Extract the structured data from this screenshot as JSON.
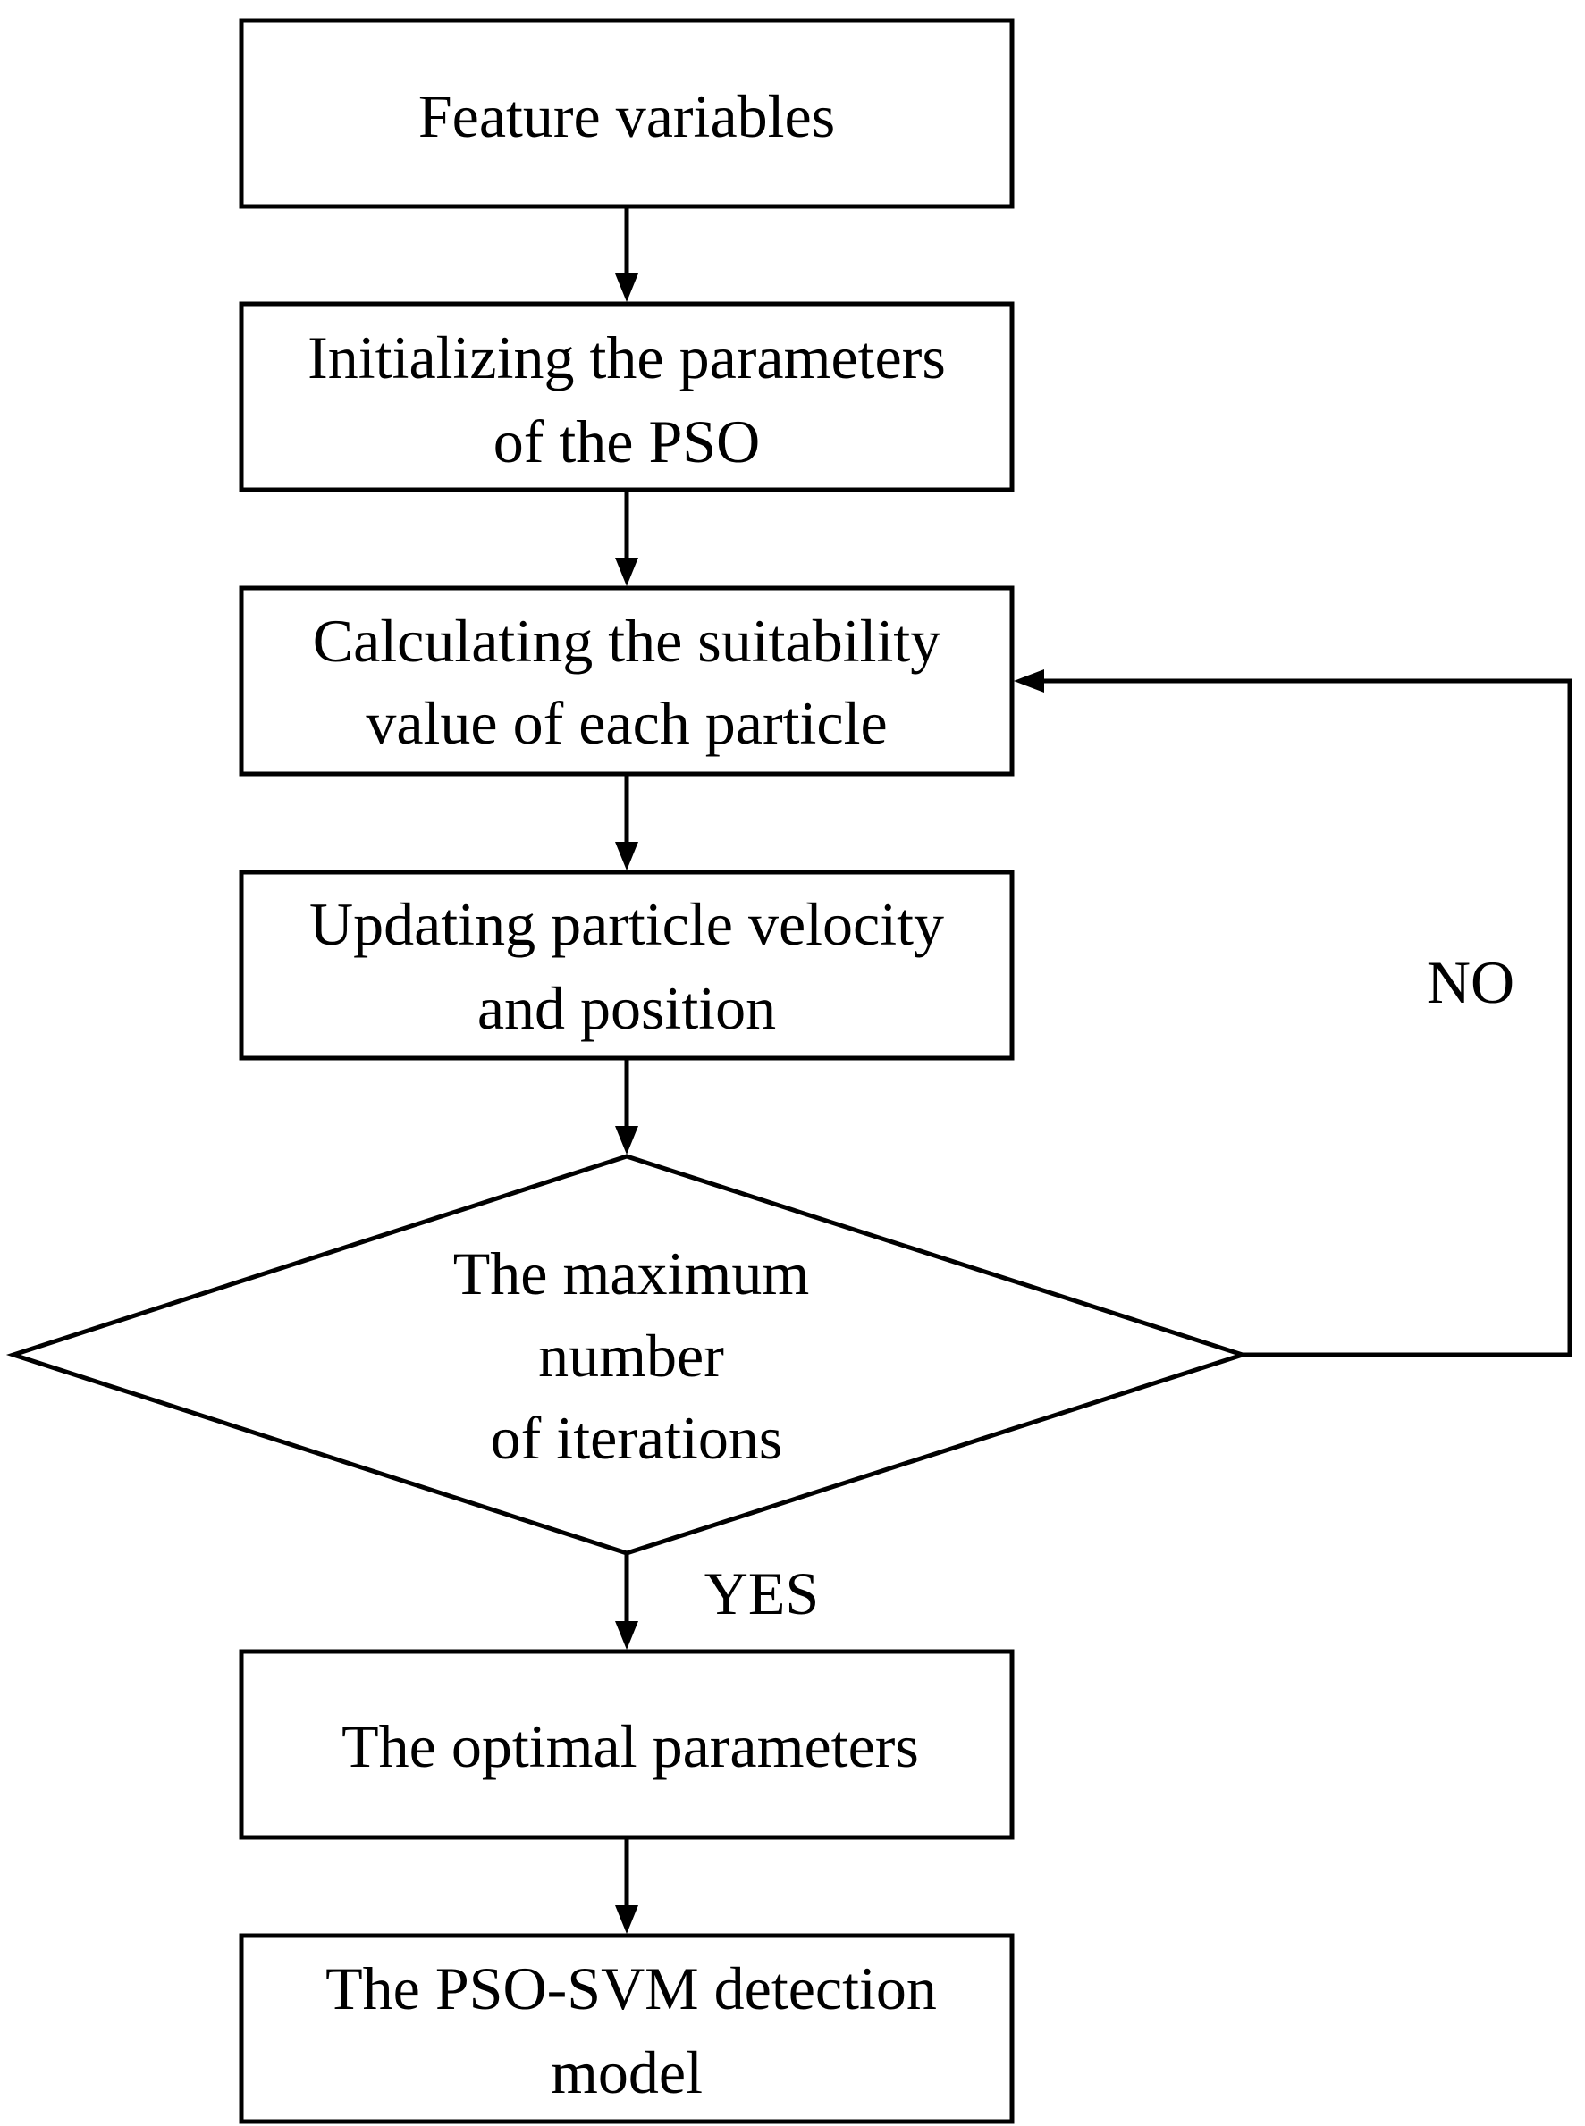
{
  "nodes": {
    "feature_variables": {
      "lines": [
        "Feature variables"
      ]
    },
    "init_pso": {
      "lines": [
        "Initializing the parameters",
        "of the PSO"
      ]
    },
    "calc_suitability": {
      "lines": [
        "Calculating the suitability",
        "value of each particle"
      ]
    },
    "update_particle": {
      "lines": [
        "Updating particle velocity",
        "and position"
      ]
    },
    "max_iterations": {
      "lines": [
        "The maximum",
        "number",
        "of iterations"
      ]
    },
    "optimal_params": {
      "lines": [
        "The optimal parameters"
      ]
    },
    "pso_svm_model": {
      "lines": [
        "The PSO-SVM detection",
        "model"
      ]
    }
  },
  "edges": {
    "no_label": "NO",
    "yes_label": "YES"
  }
}
